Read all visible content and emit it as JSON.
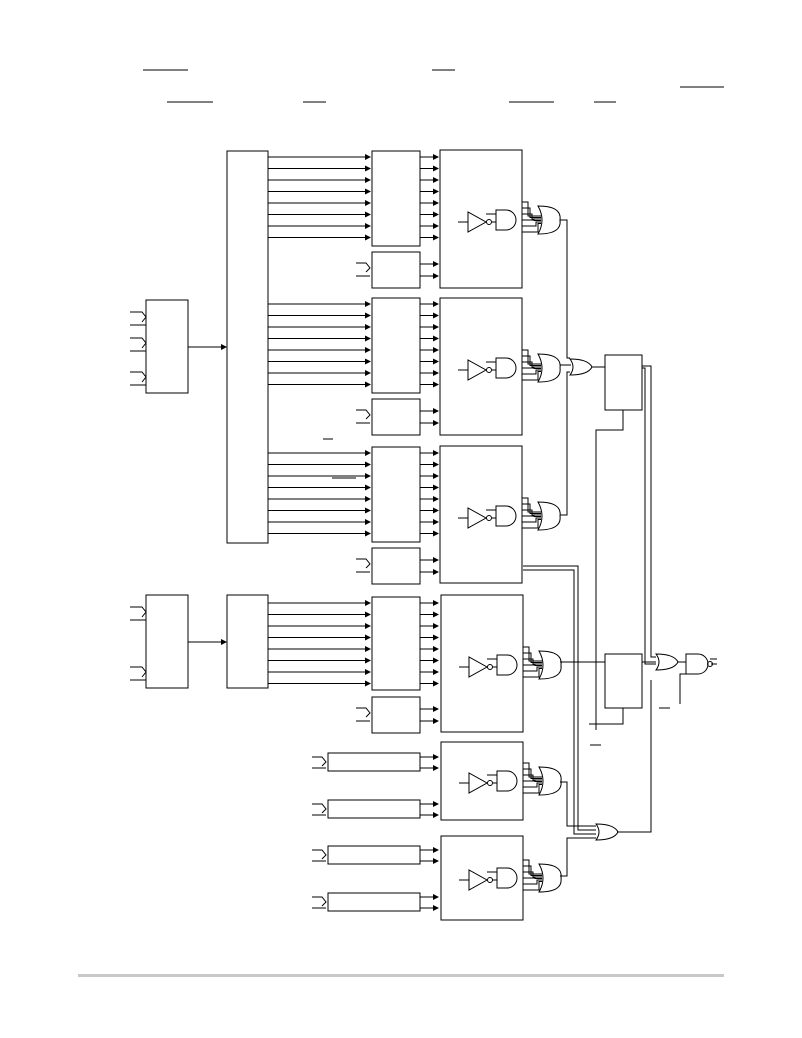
{
  "diagram": {
    "kind": "logic-block-diagram",
    "colors": {
      "line": "#000000",
      "background": "#ffffff",
      "footer_rule": "#c8c8c8"
    },
    "blocks": {
      "input_buffers": 2,
      "decoders": 2,
      "latch_columns": 4,
      "compare_units": 6,
      "registers": 2,
      "shift_registers": 4
    },
    "bus_widths": {
      "decoder_1_outputs": 3,
      "decoder_2_outputs": 1
    },
    "lines_per_bus": 8
  }
}
